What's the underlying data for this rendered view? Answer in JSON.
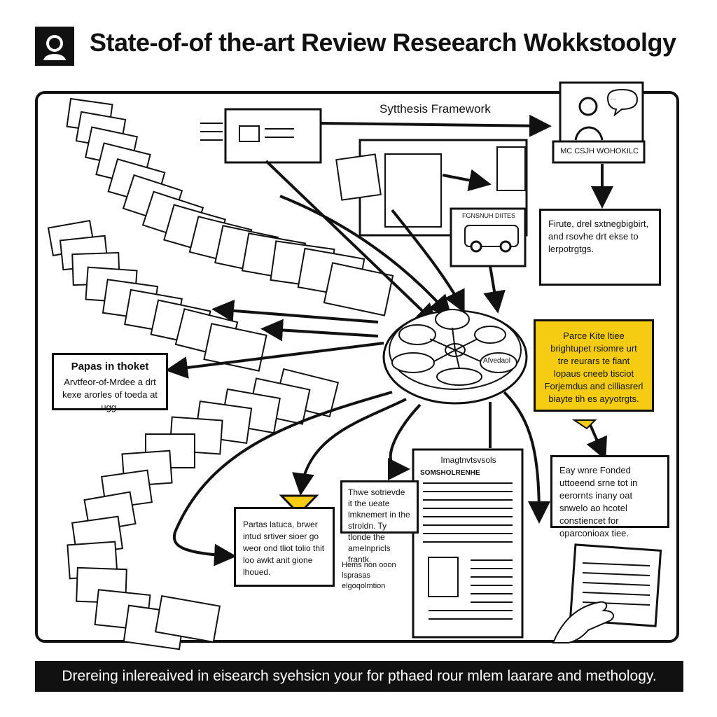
{
  "title": "State-of-of the-art Review Reseearch Wokkstoolgy",
  "synthesis_label": "Sytthesis Framework",
  "monitor_caption": "MC CSJH WOHOKILC",
  "monitor_bubble": "...",
  "vehicle_card_label": "FGNSNUH DIITES",
  "right_top_box": "Firute, drel sxtnegbigbirt, and rsovhe drt ekse to lerpotrgtgs.",
  "left_box": {
    "heading": "Papas in thoket",
    "body": "Arvtfeor-of-Mrdee a drt kexe arorles of toeda at ugg."
  },
  "yellow_box": "Parce Kite ltiee brightupet rsiomre urt tre reurars te fiant lopaus cneeb tisciot Forjemdus and cilliasrerl biayte tih es ayyotrgts.",
  "right_mid_box": "Eay wnre Fonded uttoeend srne tot in eerornts inany oat snwelo ao hcotel constiencet for oparconioax tiee.",
  "center_callout": "Thwe sotrievde it the ueate lmknemert in the stroldn. Ty tlonde the amelnpricls frantk.",
  "lower_left_box": "Partas latuca, brwer intud srtiver sioer go weor ond tliot tolio thit loo awkt anit gione lhoued.",
  "lower_left_sub": "Hems non ooon lsprasas elgoqolmtion",
  "document_title": "Imagtnvtsvsols",
  "document_sub": "SOMSHOLRENHE",
  "hub_nodes": [
    "",
    "",
    "",
    "",
    "Afvedaol",
    "",
    ""
  ],
  "footer": "Drereing inlereaived in eisearch syehsicn your for pthaed rour mlem laarare and methology.",
  "colors": {
    "accent": "#f5cc12",
    "ink": "#111111"
  }
}
